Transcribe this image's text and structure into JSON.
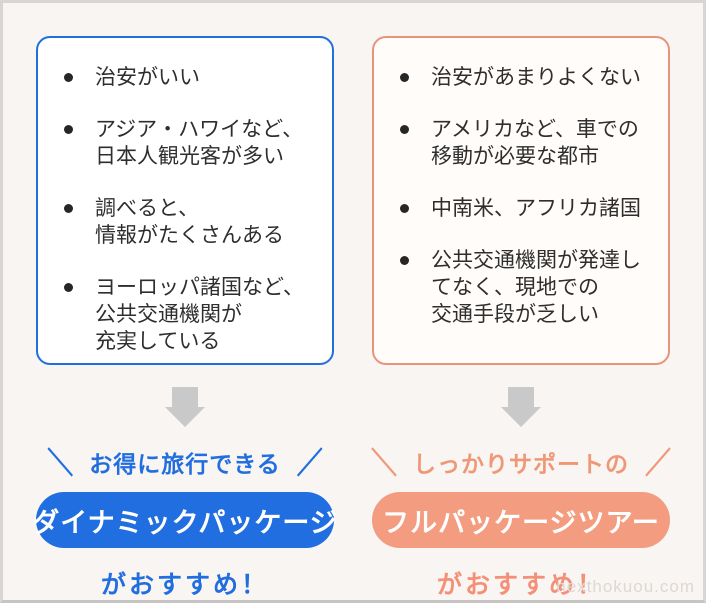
{
  "colors": {
    "blue_accent": "#216ee0",
    "salmon_accent": "#f39c80",
    "arrow_gray": "#c9c9c9",
    "background": "#f8f5f2",
    "text_dark": "#2e2e2e",
    "watermark_gray": "#ded8d4"
  },
  "decor": {
    "slash_left": "＼",
    "slash_right": "／"
  },
  "watermark": "nexthokuou.com",
  "columns": [
    {
      "id": "dynamic-package",
      "bullets": [
        {
          "lines": [
            "治安がいい"
          ]
        },
        {
          "lines": [
            "アジア・ハワイなど、",
            "日本人観光客が多い"
          ]
        },
        {
          "lines": [
            "調べると、",
            "情報がたくさんある"
          ]
        },
        {
          "lines": [
            "ヨーロッパ諸国など、",
            "公共交通機関が",
            "充実している"
          ]
        }
      ],
      "catchphrase": "お得に旅行できる",
      "pill_label": "ダイナミックパッケージ",
      "recommend": "がおすすめ！"
    },
    {
      "id": "full-package-tour",
      "bullets": [
        {
          "lines": [
            "治安があまりよくない"
          ]
        },
        {
          "lines": [
            "アメリカなど、車での",
            "移動が必要な都市"
          ]
        },
        {
          "lines": [
            "中南米、アフリカ諸国"
          ]
        },
        {
          "lines": [
            "公共交通機関が発達し",
            "てなく、現地での",
            "交通手段が乏しい"
          ]
        }
      ],
      "catchphrase": "しっかりサポートの",
      "pill_label": "フルパッケージツアー",
      "recommend": "がおすすめ！"
    }
  ]
}
